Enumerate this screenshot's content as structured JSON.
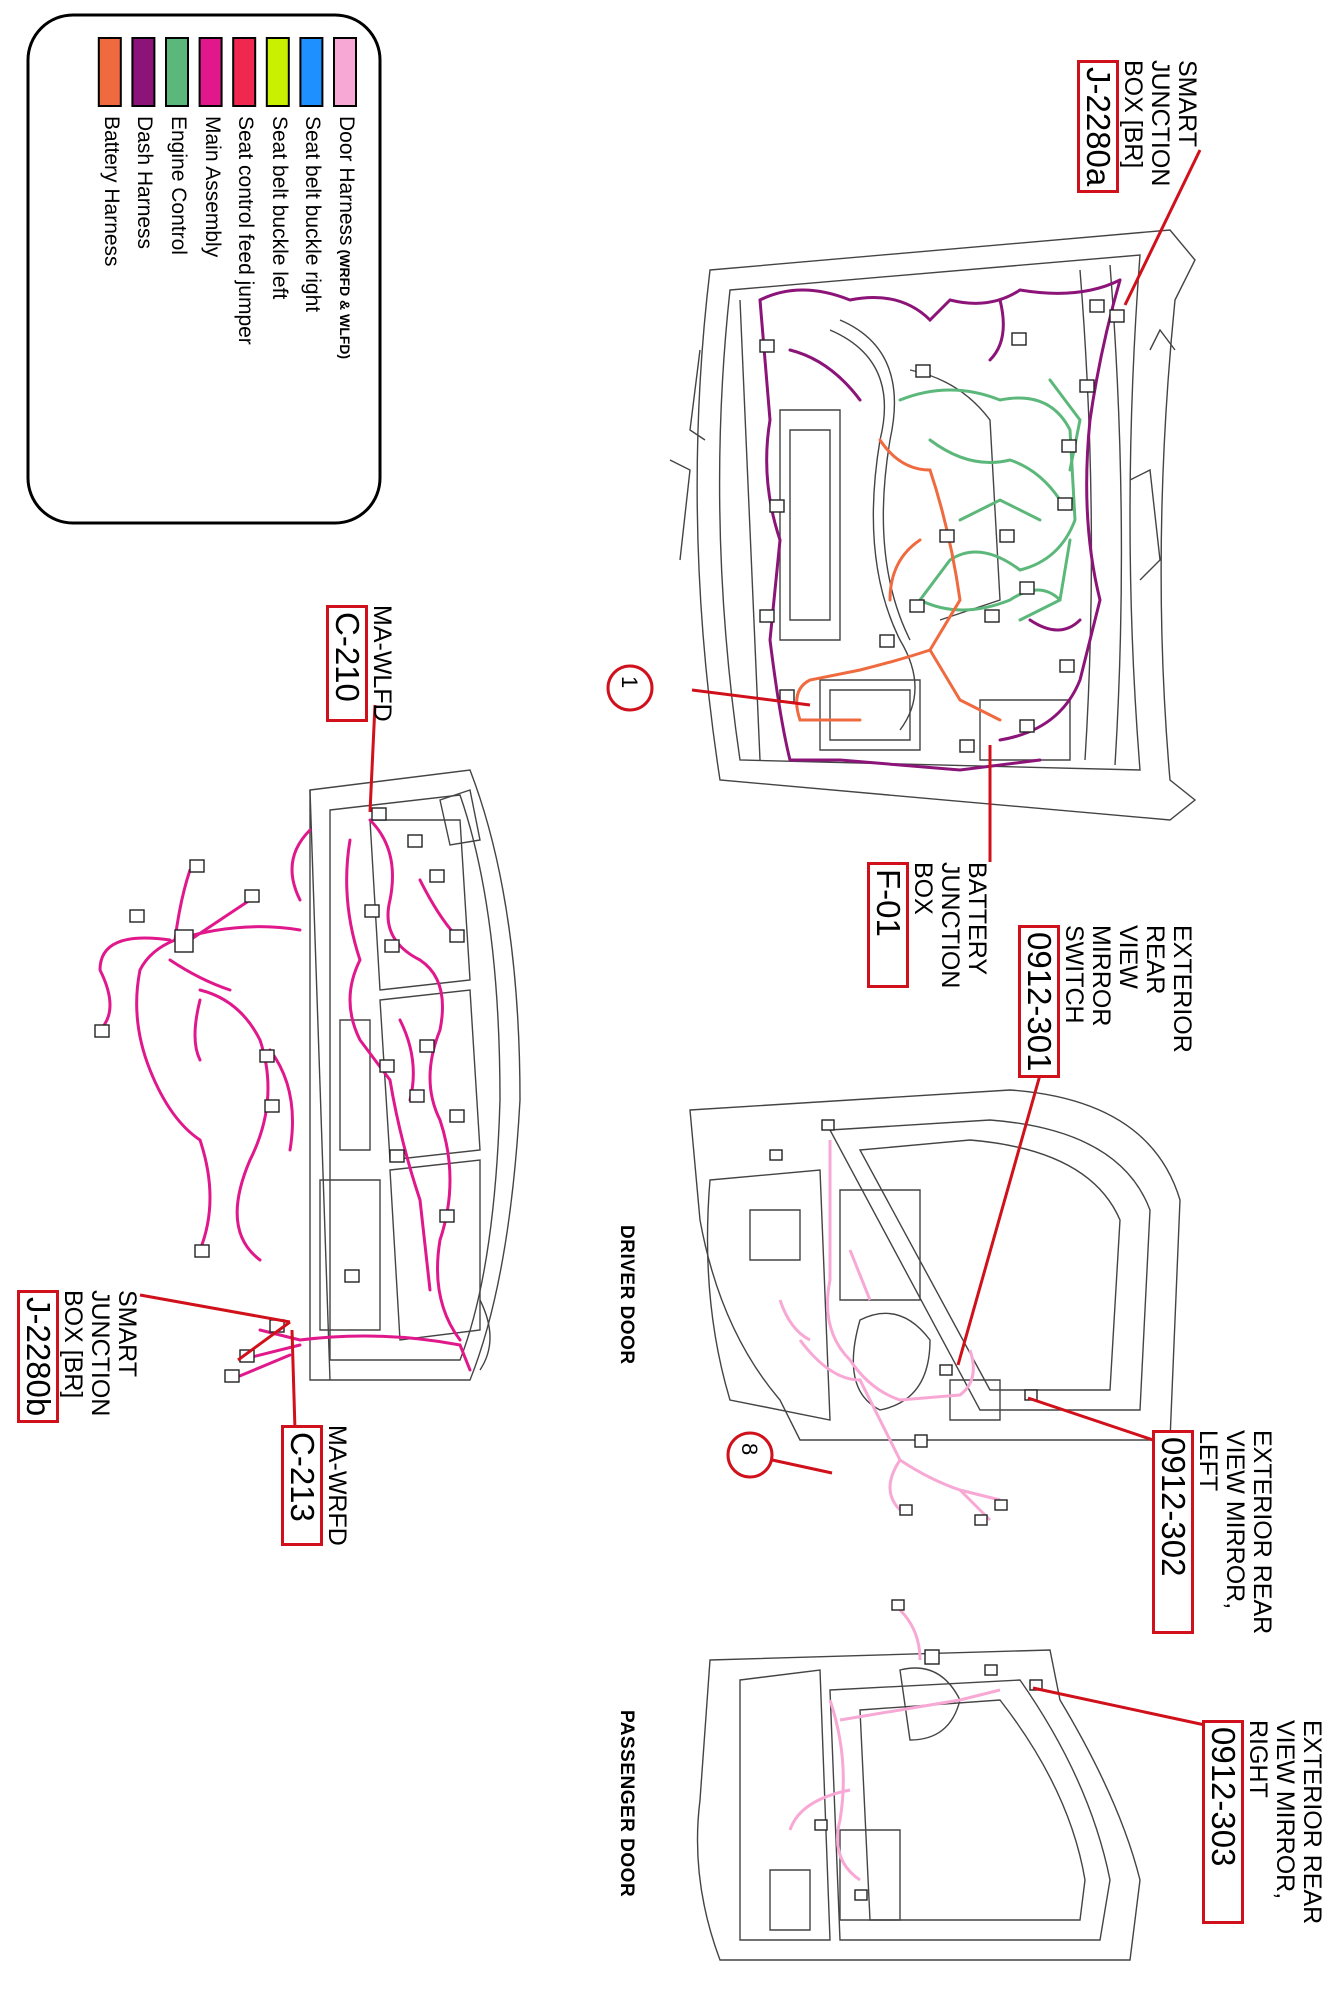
{
  "legend": {
    "items": [
      {
        "label": "Door Harness",
        "suffix": "(WRFD & WLFD)",
        "color": "#f7a8d4"
      },
      {
        "label": "Seat belt buckle right",
        "suffix": "",
        "color": "#1e90ff"
      },
      {
        "label": "Seat belt buckle left",
        "suffix": "",
        "color": "#c8f000"
      },
      {
        "label": "Seat control feed jumper",
        "suffix": "",
        "color": "#f02850"
      },
      {
        "label": "Main Assembly",
        "suffix": "",
        "color": "#e0188c"
      },
      {
        "label": "Engine Control",
        "suffix": "",
        "color": "#5cb87a"
      },
      {
        "label": "Dash Harness",
        "suffix": "",
        "color": "#8c1478"
      },
      {
        "label": "Battery Harness",
        "suffix": "",
        "color": "#f06a40"
      }
    ]
  },
  "callouts": {
    "j2280a": {
      "code": "J-2280a",
      "lines": [
        "SMART",
        "JUNCTION",
        "BOX [BR]"
      ]
    },
    "f01": {
      "code": "F-01",
      "lines": [
        "BATTERY",
        "JUNCTION",
        "BOX"
      ]
    },
    "c301": {
      "code": "0912-301",
      "lines": [
        "EXTERIOR",
        "REAR",
        "VIEW",
        "MIRROR",
        "SWITCH"
      ]
    },
    "c302": {
      "code": "0912-302",
      "lines": [
        "EXTERIOR REAR",
        "VIEW MIRROR,",
        "LEFT"
      ]
    },
    "c303": {
      "code": "0912-303",
      "lines": [
        "EXTERIOR REAR",
        "VIEW MIRROR,",
        "RIGHT"
      ]
    },
    "c210": {
      "code": "C-210",
      "lines": [
        "MA-WLFD"
      ]
    },
    "c213": {
      "code": "C-213",
      "lines": [
        "MA-WRFD"
      ]
    },
    "j2280b": {
      "code": "J-2280b",
      "lines": [
        "SMART",
        "JUNCTION",
        "BOX [BR]"
      ]
    },
    "num1": "1",
    "num8": "8"
  },
  "views": {
    "driver_door": "DRIVER DOOR",
    "passenger_door": "PASSENGER DOOR"
  },
  "colors": {
    "callout_red": "#d0101a",
    "line_gray": "#555555"
  }
}
